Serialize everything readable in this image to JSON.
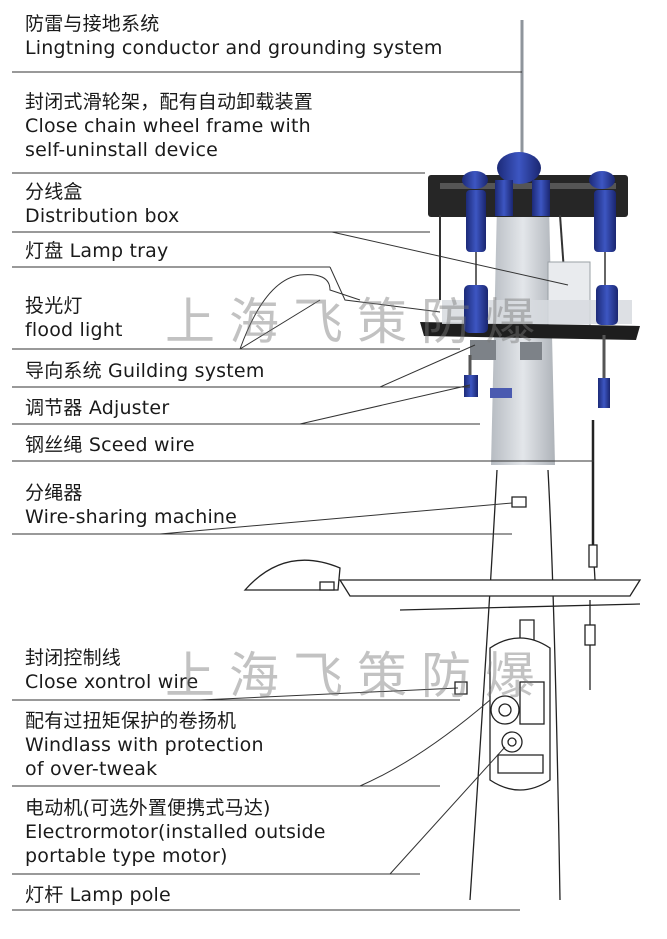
{
  "labels": [
    {
      "zh": "防雷与接地系统",
      "en": [
        "Lingtning conductor and grounding system"
      ]
    },
    {
      "zh": "封闭式滑轮架，配有自动卸载装置",
      "en": [
        "Close chain wheel frame with",
        "self-uninstall device"
      ]
    },
    {
      "zh": "分线盒",
      "en": [
        "Distribution box"
      ]
    },
    {
      "zh": "",
      "en": [
        "灯盘 Lamp tray"
      ]
    },
    {
      "zh": "投光灯",
      "en": [
        "flood light"
      ]
    },
    {
      "zh": "",
      "en": [
        "导向系统 Guilding system"
      ]
    },
    {
      "zh": "",
      "en": [
        "调节器 Adjuster"
      ]
    },
    {
      "zh": "",
      "en": [
        "钢丝绳 Sceed wire"
      ]
    },
    {
      "zh": "分绳器",
      "en": [
        "Wire-sharing machine"
      ]
    },
    {
      "zh": "封闭控制线",
      "en": [
        "Close xontrol wire"
      ]
    },
    {
      "zh": "配有过扭矩保护的卷扬机",
      "en": [
        "Windlass with protection",
        "of over-tweak"
      ]
    },
    {
      "zh": "电动机(可选外置便携式马达)",
      "en": [
        "Electrormotor(installed outside",
        "portable type motor)"
      ]
    },
    {
      "zh": "",
      "en": [
        "灯杆 Lamp pole"
      ]
    }
  ],
  "watermark": "上海飞策防爆",
  "colors": {
    "lamp_blue": "#2a3f9e",
    "pole_gray": "#cfd3d8",
    "frame_dark": "#2b2b2b",
    "line": "#222222",
    "watermark": "#8a8a8a"
  }
}
